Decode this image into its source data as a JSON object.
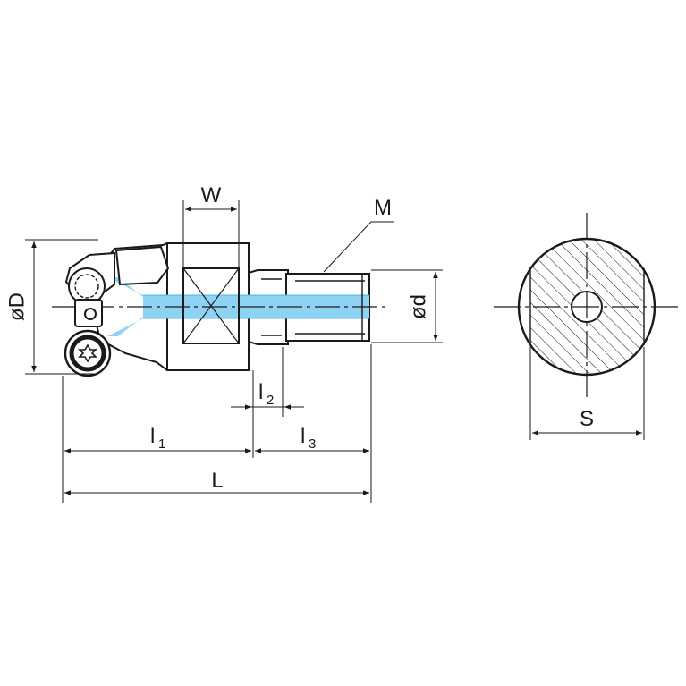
{
  "labels": {
    "W": "W",
    "M": "M",
    "D": "øD",
    "d": "ød",
    "l1_main": "l",
    "l1_sub": "1",
    "l2_main": "l",
    "l2_sub": "2",
    "l3_main": "l",
    "l3_sub": "3",
    "L": "L",
    "S": "S"
  },
  "colors": {
    "outline": "#1a1a1a",
    "coolant": "#8fd3f4",
    "coolant_dark": "#4fb3e0",
    "hatch": "#1a1a1a"
  },
  "icons": [
    "torx-screw-icon",
    "insert-icon"
  ]
}
